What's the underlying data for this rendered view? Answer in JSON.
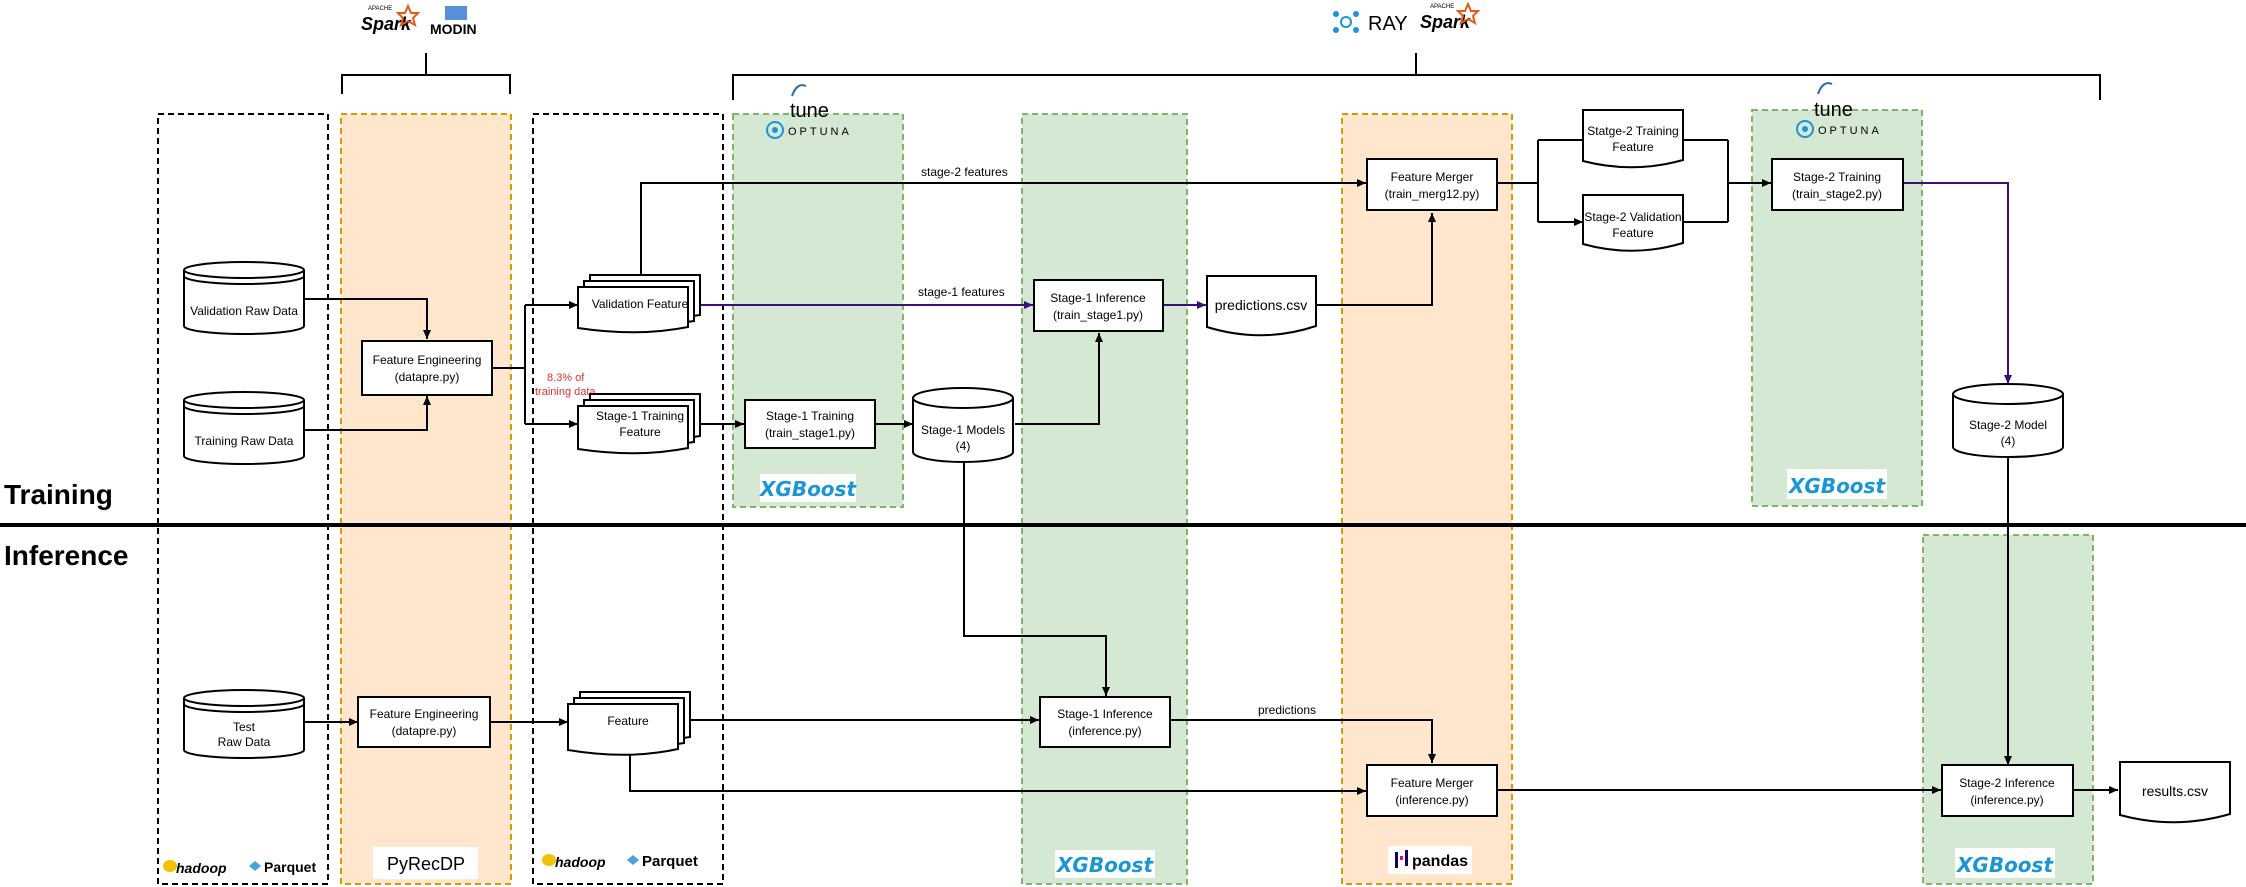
{
  "section_labels": {
    "training": "Training",
    "inference": "Inference"
  },
  "top_logos": {
    "left": [
      "Spark",
      "MODIN"
    ],
    "right_ray": "RAY",
    "right_spark": "Spark",
    "apache": "APACHE"
  },
  "tune": {
    "tune": "tune",
    "optuna": "OPTUNA"
  },
  "column_footers": {
    "storage_left": {
      "hadoop": "hadoop",
      "parquet": "Parquet"
    },
    "pyrecdp": "PyRecDP",
    "storage_mid": {
      "hadoop": "hadoop",
      "parquet": "Parquet"
    },
    "xgboost": "XGBoost",
    "pandas": "pandas"
  },
  "nodes": {
    "validation_raw": "Validation Raw Data",
    "training_raw": "Training Raw Data",
    "test_raw": [
      "Test",
      "Raw Data"
    ],
    "fe_train": [
      "Feature Engineering",
      "(datapre.py)"
    ],
    "fe_test": [
      "Feature Engineering",
      "(datapre.py)"
    ],
    "validation_feature": "Validation Feature",
    "stage1_training_feature": [
      "Stage-1 Training",
      "Feature"
    ],
    "feature": "Feature",
    "stage1_training": [
      "Stage-1 Training",
      "(train_stage1.py)"
    ],
    "stage1_models": [
      "Stage-1 Models",
      "(4)"
    ],
    "stage1_inference_train": [
      "Stage-1 Inference",
      "(train_stage1.py)"
    ],
    "stage1_inference_test": [
      "Stage-1 Inference",
      "(inference.py)"
    ],
    "predictions_csv": "predictions.csv",
    "merger_train": [
      "Feature Merger",
      "(train_merg12.py)"
    ],
    "merger_test": [
      "Feature Merger",
      "(inference.py)"
    ],
    "stage2_training_feature": [
      "Statge-2 Training",
      "Feature"
    ],
    "stage2_validation_feature": [
      "Stage-2 Validation",
      "Feature"
    ],
    "stage2_training": [
      "Stage-2 Training",
      "(train_stage2.py)"
    ],
    "stage2_model": [
      "Stage-2 Model",
      "(4)"
    ],
    "stage2_inference": [
      "Stage-2 Inference",
      "(inference.py)"
    ],
    "results_csv": "results.csv"
  },
  "edge_labels": {
    "stage2_features": "stage-2 features",
    "stage1_features": "stage-1 features",
    "predictions": "predictions",
    "split_note": [
      "8.3% of",
      "training data"
    ]
  },
  "colors": {
    "orange_fill": "#ffe6cc",
    "orange_border": "#d79b00",
    "green_fill": "#d5e8d4",
    "green_border": "#82b366",
    "purple_arrow": "#3b0f7a",
    "red_note": "#e8302a",
    "xgboost_blue": "#1a96d6"
  }
}
